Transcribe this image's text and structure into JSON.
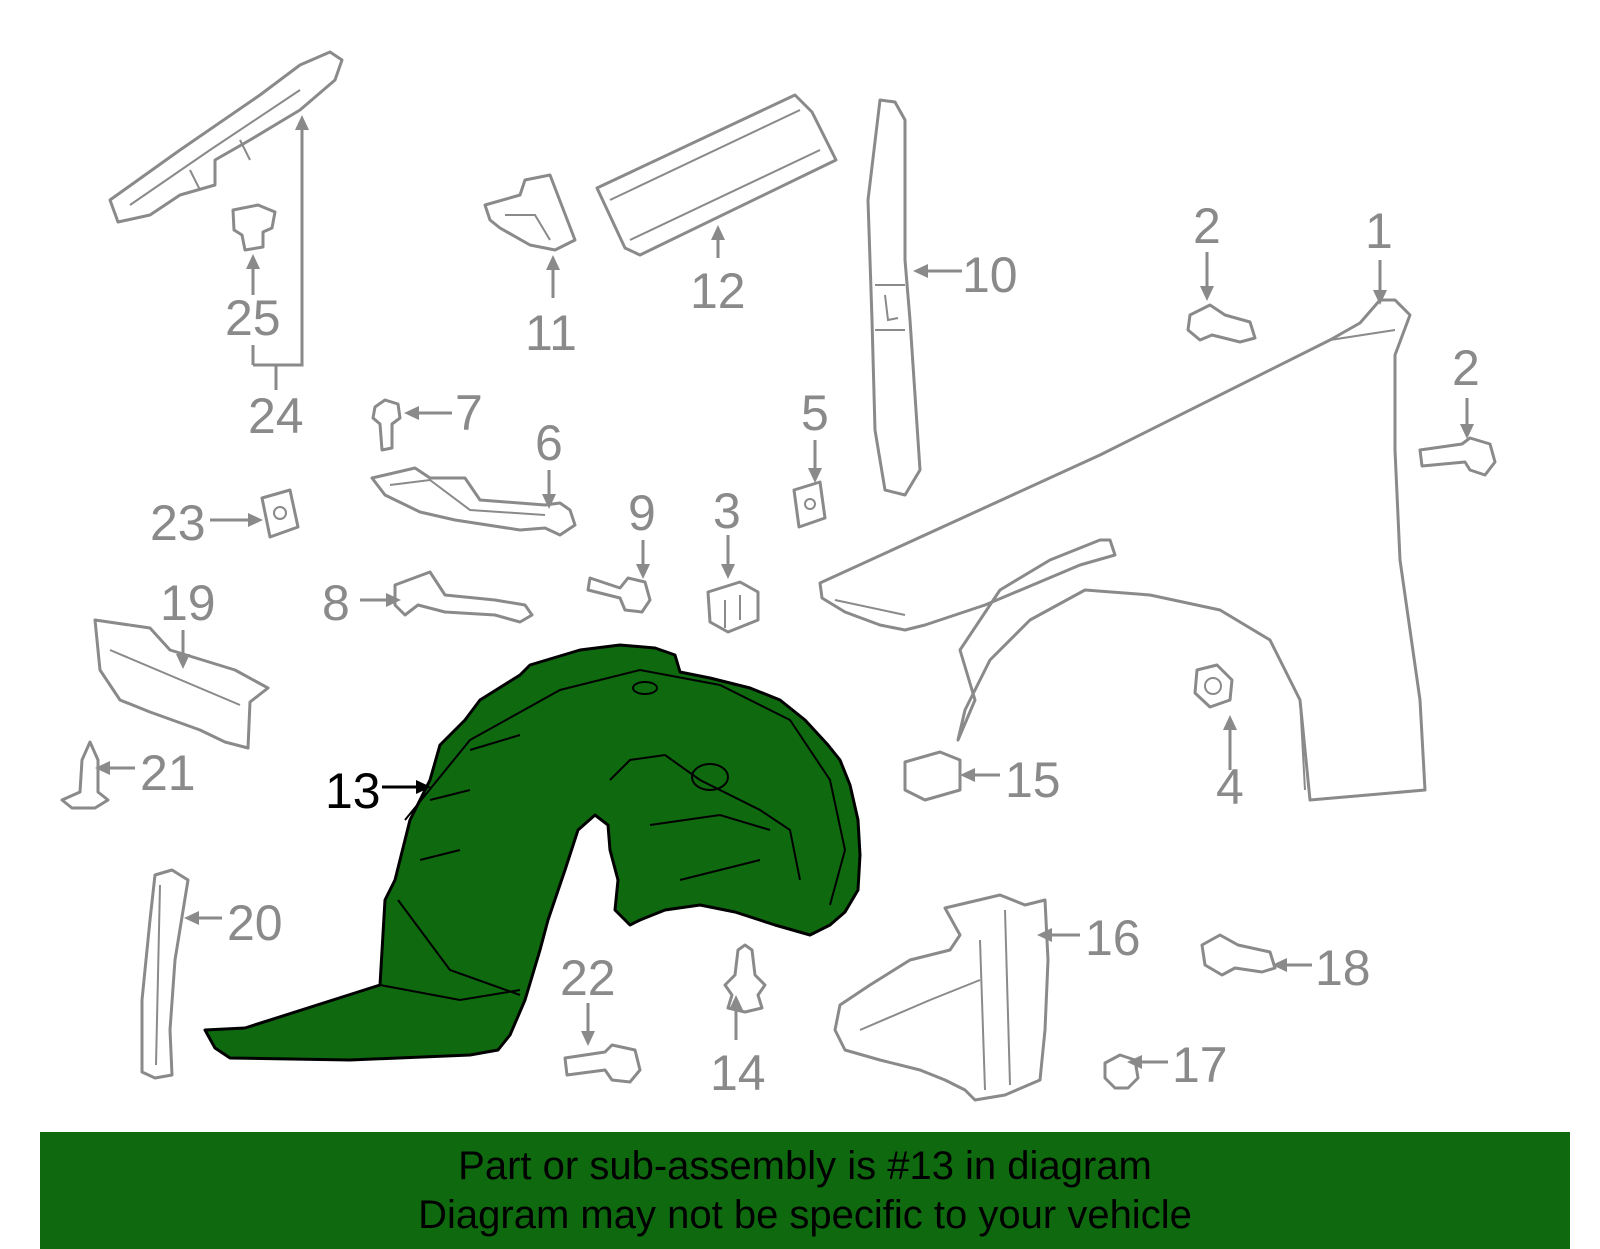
{
  "diagram": {
    "highlight_color": "#0f6a0f",
    "callouts": {
      "c1": "1",
      "c2a": "2",
      "c2b": "2",
      "c3": "3",
      "c4": "4",
      "c5": "5",
      "c6": "6",
      "c7": "7",
      "c8": "8",
      "c9": "9",
      "c10": "10",
      "c11": "11",
      "c12": "12",
      "c13": "13",
      "c14": "14",
      "c15": "15",
      "c16": "16",
      "c17": "17",
      "c18": "18",
      "c19": "19",
      "c20": "20",
      "c21": "21",
      "c22": "22",
      "c23": "23",
      "c24": "24",
      "c25": "25"
    }
  },
  "banner": {
    "line1": "Part or sub-assembly is #13 in diagram",
    "line2": "Diagram may not be specific to your vehicle"
  }
}
